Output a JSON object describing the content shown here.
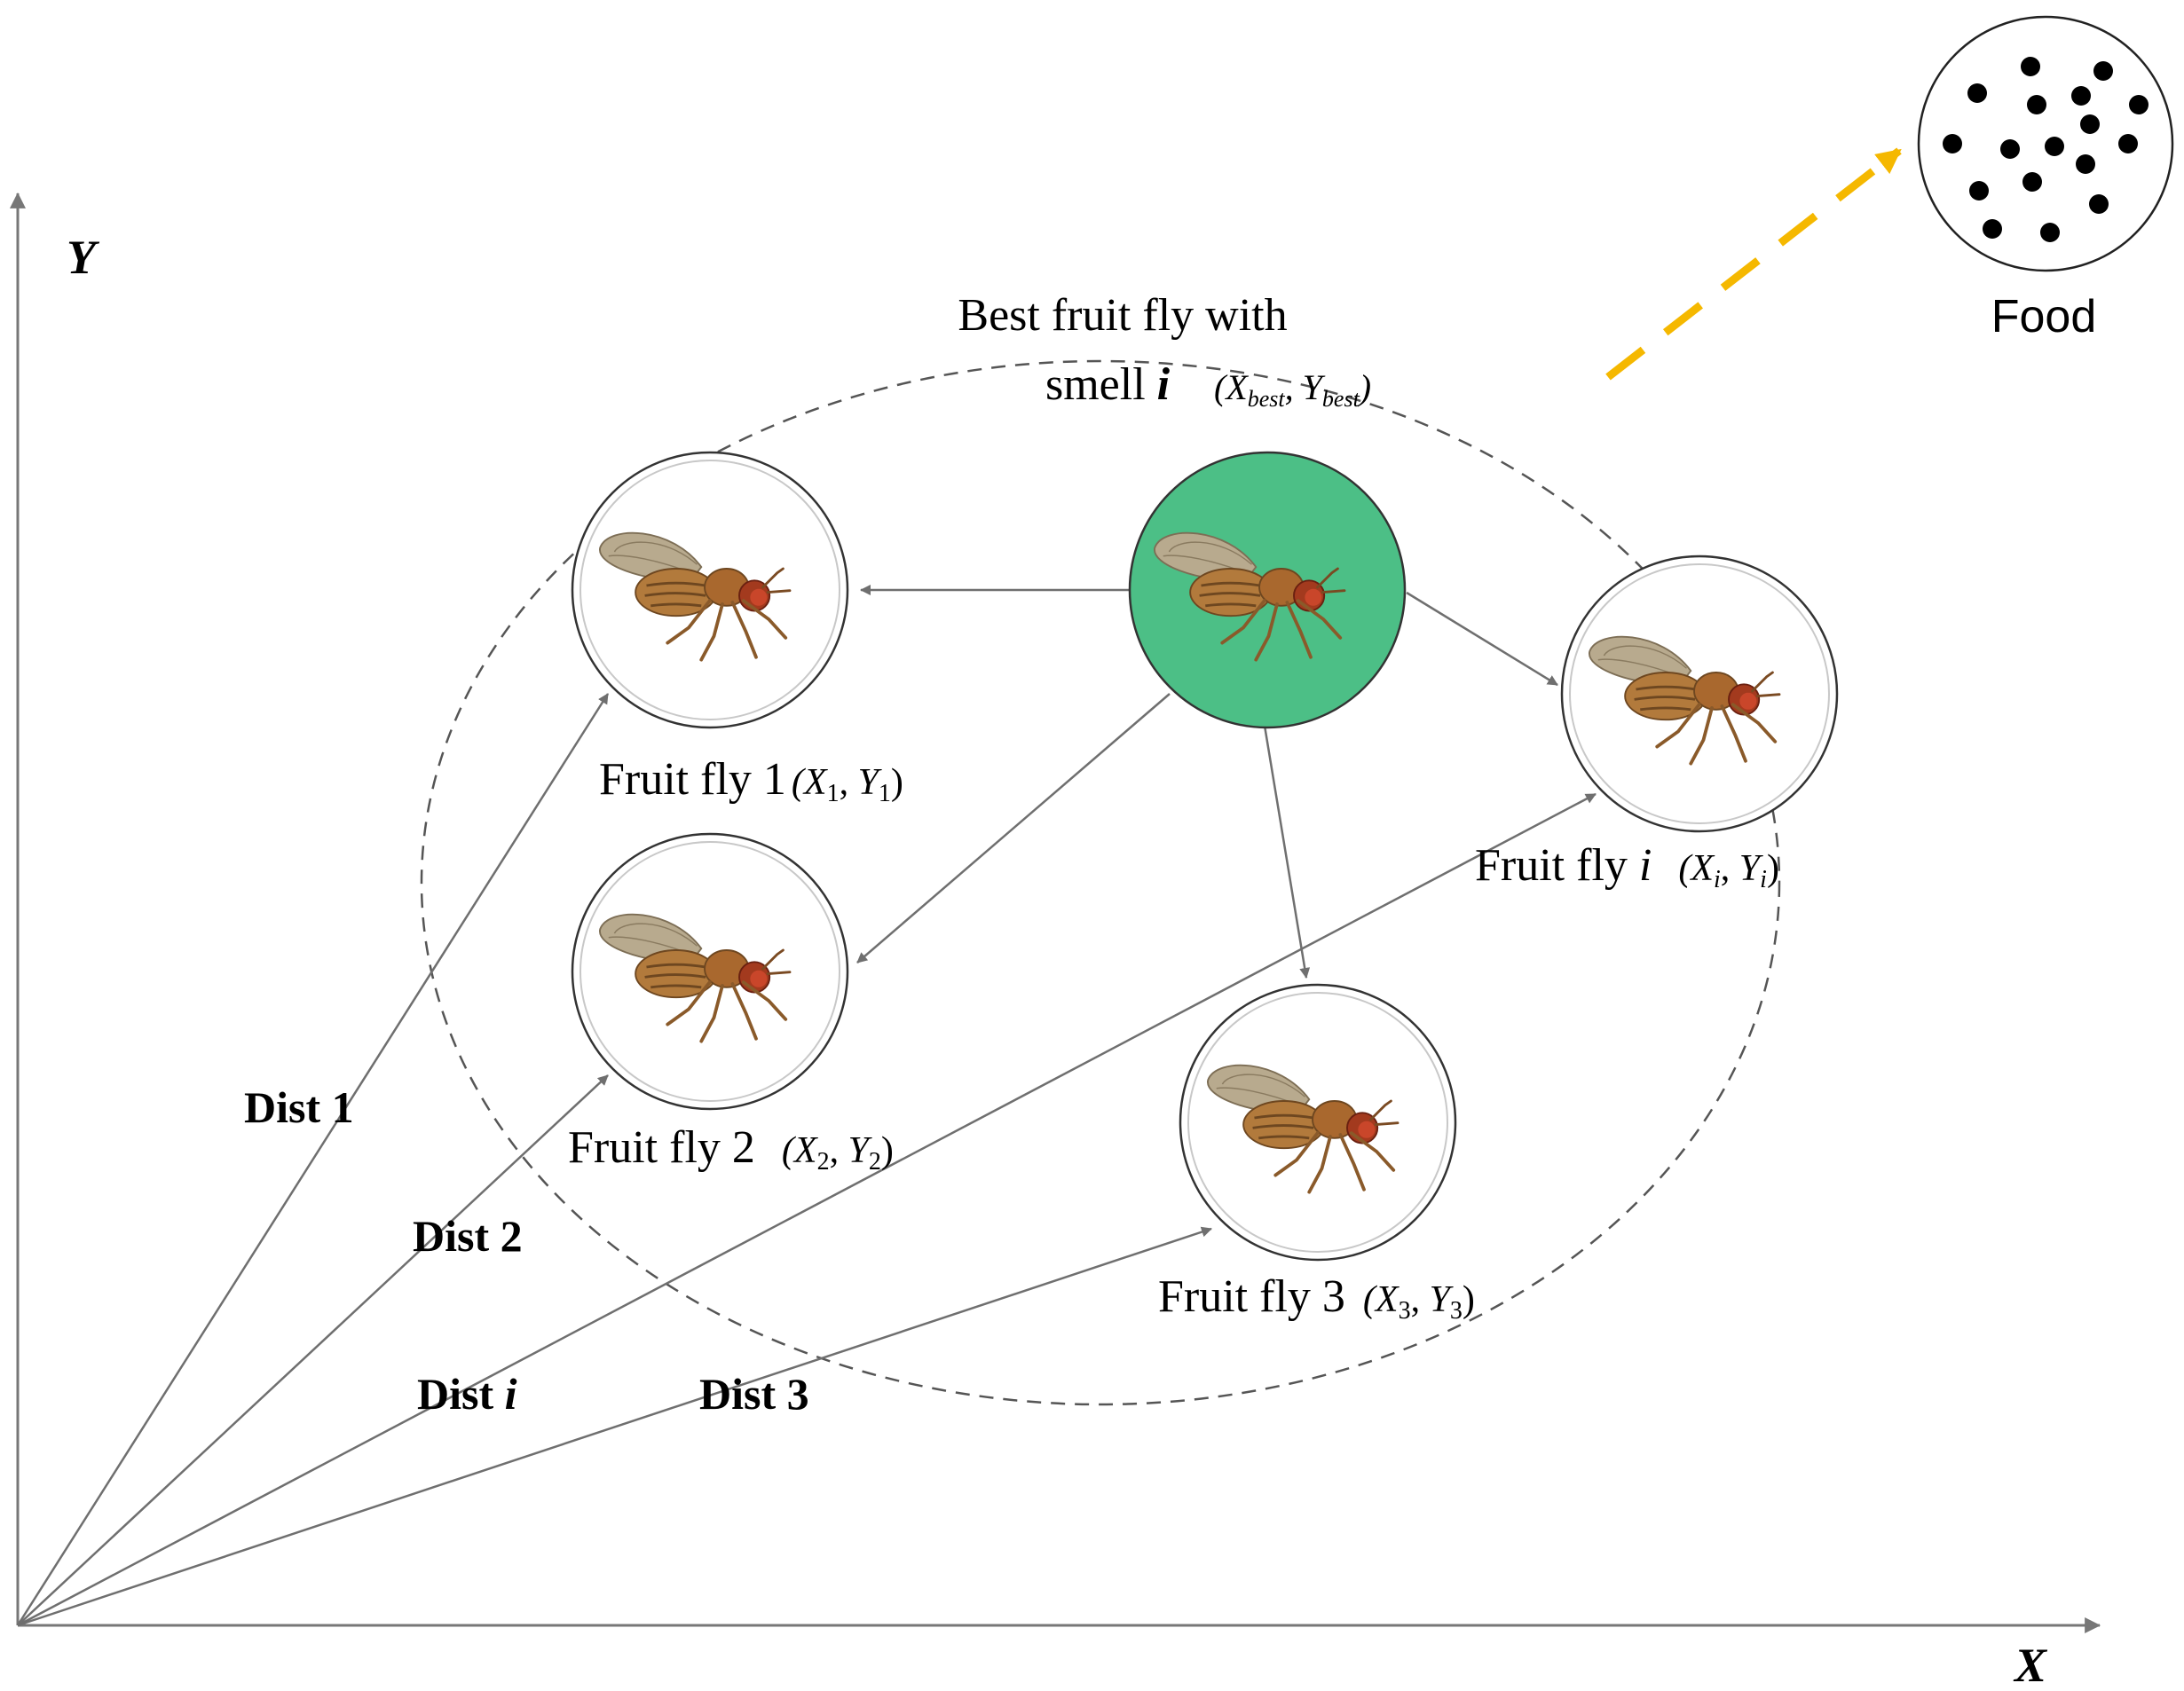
{
  "axes": {
    "x_label": "X",
    "y_label": "Y"
  },
  "food": {
    "label": "Food"
  },
  "best_fly": {
    "label_line1": "Best fruit fly with",
    "label_line2_text": "smell ",
    "label_line2_var": "i",
    "coord_x": "X",
    "coord_x_sub": "best",
    "coord_y": "Y",
    "coord_y_sub": "best",
    "fill_color": "#4cbf86"
  },
  "flies": [
    {
      "name": "Fruit fly 1",
      "var_x": "X",
      "sub_x": "1",
      "var_y": "Y",
      "sub_y": "1"
    },
    {
      "name": "Fruit fly 2",
      "var_x": "X",
      "sub_x": "2",
      "var_y": "Y",
      "sub_y": "2"
    },
    {
      "name": "Fruit fly 3",
      "var_x": "X",
      "sub_x": "3",
      "var_y": "Y",
      "sub_y": "3"
    },
    {
      "name_text": "Fruit fly ",
      "name_var": "i",
      "var_x": "X",
      "sub_x": "i",
      "var_y": "Y",
      "sub_y": "i"
    }
  ],
  "distances": [
    {
      "text": "Dist 1"
    },
    {
      "text": "Dist 2"
    },
    {
      "text": "Dist ",
      "var": "i"
    },
    {
      "text": "Dist 3"
    }
  ],
  "colors": {
    "arrow": "#6f6f6f",
    "ellipse": "#555555",
    "food_arrow": "#f5b800"
  },
  "icons": [
    "fruit-fly-icon",
    "food-dots-icon"
  ]
}
